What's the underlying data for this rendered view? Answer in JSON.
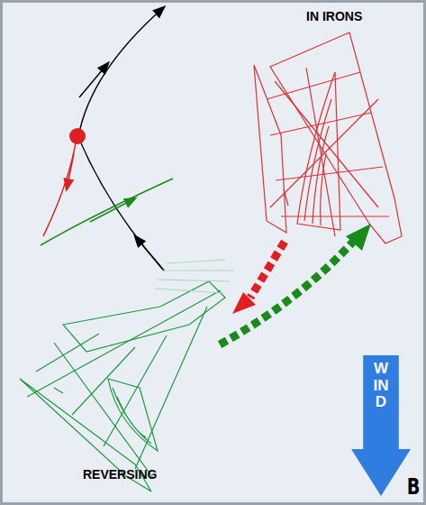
{
  "diagram": {
    "nodes": [
      {
        "text": [
          "WIND"
        ]
      }
    ],
    "labels": [
      "IN IRONS",
      "REVERSING",
      "B"
    ]
  }
}
